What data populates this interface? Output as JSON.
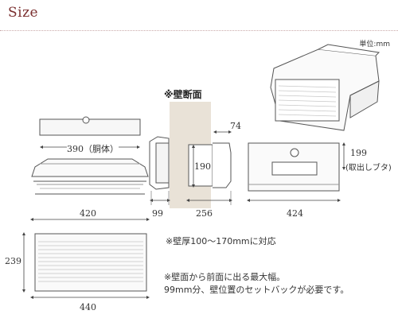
{
  "title": "Size",
  "unit": "単位:mm",
  "section_label": "※壁断面",
  "dims": {
    "body_width": "390（胴体）",
    "front_width": "420",
    "front_height": "239",
    "bottom_width": "440",
    "side_190": "190",
    "side_74": "74",
    "side_99": "99",
    "side_256": "256",
    "right_199": "199",
    "right_bracket_note": "(取出しブタ)",
    "right_424": "424"
  },
  "notes": {
    "wall_thickness": "※壁厚100〜170mmに対応",
    "protrusion_line1": "※壁面から前面に出る最大幅。",
    "protrusion_line2": "99mm分、壁位置のセットバックが必要です。"
  }
}
